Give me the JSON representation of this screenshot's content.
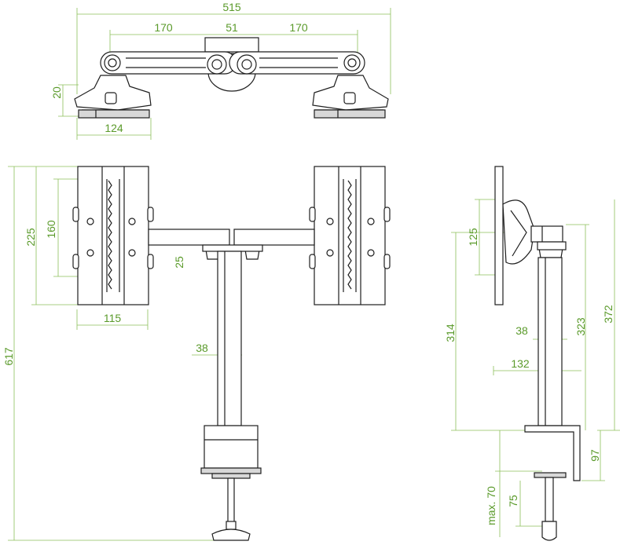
{
  "dimensions": {
    "top_total_width": "515",
    "top_arm_left": "170",
    "top_center": "51",
    "top_arm_right": "170",
    "top_height": "20",
    "top_clamp_width": "124",
    "front_plate_height": "225",
    "front_vesa": "160",
    "front_arm_thickness": "25",
    "front_plate_width": "115",
    "front_pole_width": "38",
    "front_total_height": "617",
    "side_vesa": "125",
    "side_height_314": "314",
    "side_pole_width": "38",
    "side_height_323": "323",
    "side_height_372": "372",
    "side_depth": "132",
    "side_clamp_97": "97",
    "side_max_desk": "max. 70",
    "side_75": "75"
  }
}
